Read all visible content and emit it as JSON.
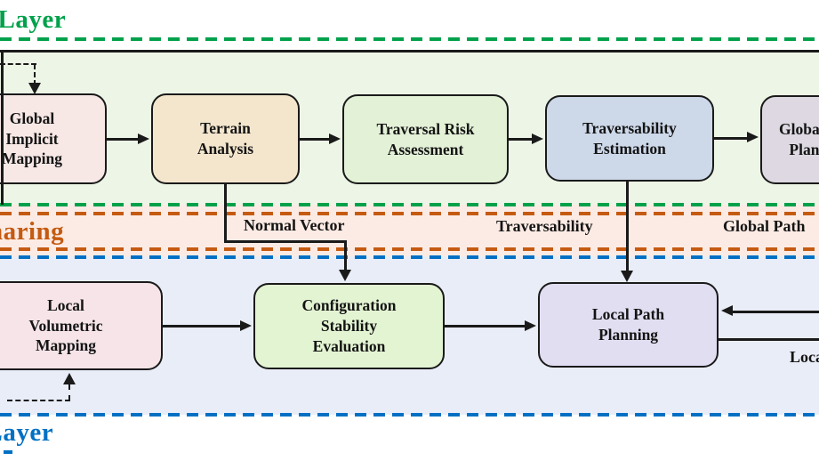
{
  "layers": {
    "global": {
      "label": "Global Layer",
      "color": "#00A14B",
      "band_bg": "#edf5e6"
    },
    "sharing": {
      "label": "Data Sharing",
      "color": "#C55A11",
      "band_bg": "#fcebe4"
    },
    "local": {
      "label": "Local Layer",
      "color": "#0070C4",
      "band_bg": "#e9edf7"
    }
  },
  "nodes": {
    "global_implicit_mapping": {
      "label": "Global\nImplicit\nMapping",
      "fill": "#f7e8e6"
    },
    "terrain_analysis": {
      "label": "Terrain\nAnalysis",
      "fill": "#f3e6cd"
    },
    "traversal_risk_assessment": {
      "label": "Traversal Risk\nAssessment",
      "fill": "#e3f1d7"
    },
    "traversability_estimation": {
      "label": "Traversability\nEstimation",
      "fill": "#cdd8e9"
    },
    "global_path_planning": {
      "label": "Global Path\nPlanning",
      "fill": "#ddd8e1"
    },
    "local_volumetric_mapping": {
      "label": "Local\nVolumetric\nMapping",
      "fill": "#f6e4e8"
    },
    "configuration_stability_evaluation": {
      "label": "Configuration\nStability\nEvaluation",
      "fill": "#e3f4d2"
    },
    "local_path_planning": {
      "label": "Local Path\nPlanning",
      "fill": "#e2def2"
    }
  },
  "edge_labels": {
    "normal_vector": "Normal Vector",
    "traversability": "Traversability",
    "global_path": "Global Path",
    "local_path": "Local Path"
  }
}
